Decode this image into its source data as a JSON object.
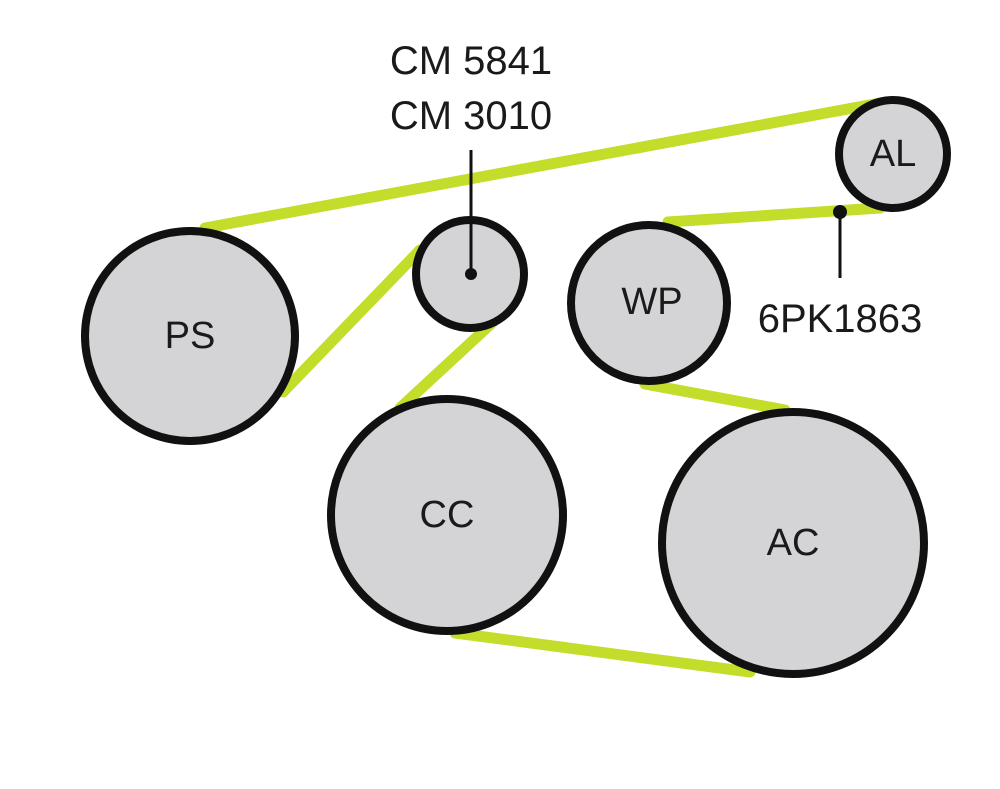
{
  "colors": {
    "belt": "#c4dc2a",
    "pulley_fill": "#d4d4d6",
    "pulley_stroke": "#111111"
  },
  "pulleys": {
    "ps": "PS",
    "cc": "CC",
    "wp": "WP",
    "ac": "AC",
    "al": "AL"
  },
  "labels": {
    "tensioner_part_1": "CM 5841",
    "tensioner_part_2": "CM 3010",
    "belt_part": "6PK1863"
  }
}
